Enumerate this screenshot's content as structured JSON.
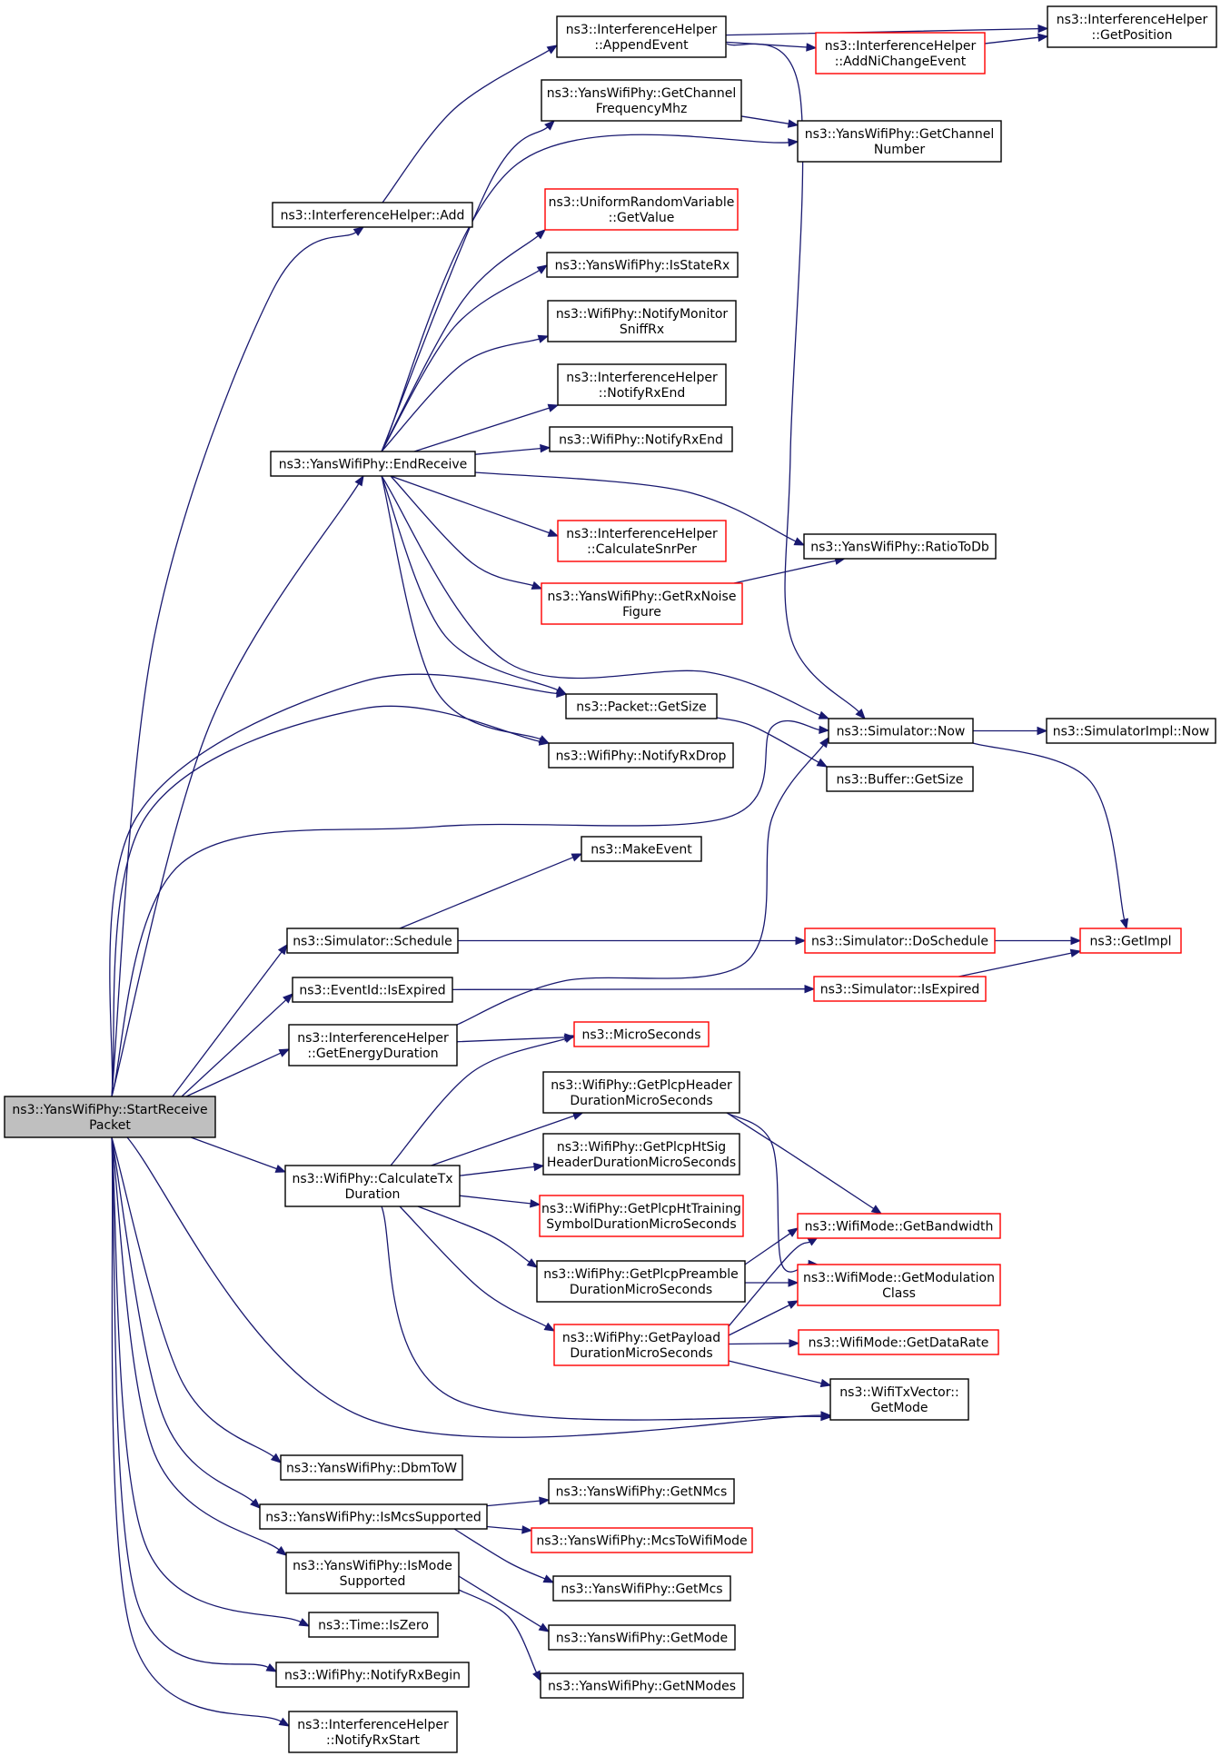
{
  "colors": {
    "edge": "#191970",
    "box_default": "#000000",
    "box_incomplete": "#ff0000",
    "root_fill": "#bfbfbf"
  },
  "nodes": {
    "startReceive": {
      "lines": [
        "ns3::YansWifiPhy::StartReceive",
        "Packet"
      ],
      "style": "root"
    },
    "ihAdd": {
      "lines": [
        "ns3::InterferenceHelper::Add"
      ]
    },
    "ihAppendEvent": {
      "lines": [
        "ns3::InterferenceHelper",
        "::AppendEvent"
      ]
    },
    "ihAddNiChange": {
      "lines": [
        "ns3::InterferenceHelper",
        "::AddNiChangeEvent"
      ],
      "style": "red"
    },
    "ihGetPosition": {
      "lines": [
        "ns3::InterferenceHelper",
        "::GetPosition"
      ]
    },
    "getChanFreq": {
      "lines": [
        "ns3::YansWifiPhy::GetChannel",
        "FrequencyMhz"
      ]
    },
    "getChanNum": {
      "lines": [
        "ns3::YansWifiPhy::GetChannel",
        "Number"
      ]
    },
    "urvGetValue": {
      "lines": [
        "ns3::UniformRandomVariable",
        "::GetValue"
      ],
      "style": "red"
    },
    "isStateRx": {
      "lines": [
        "ns3::YansWifiPhy::IsStateRx"
      ]
    },
    "notifyMonSniff": {
      "lines": [
        "ns3::WifiPhy::NotifyMonitor",
        "SniffRx"
      ]
    },
    "ihNotifyRxEnd": {
      "lines": [
        "ns3::InterferenceHelper",
        "::NotifyRxEnd"
      ]
    },
    "wpNotifyRxEnd": {
      "lines": [
        "ns3::WifiPhy::NotifyRxEnd"
      ]
    },
    "endReceive": {
      "lines": [
        "ns3::YansWifiPhy::EndReceive"
      ]
    },
    "calcSnrPer": {
      "lines": [
        "ns3::InterferenceHelper",
        "::CalculateSnrPer"
      ],
      "style": "red"
    },
    "ratioToDb": {
      "lines": [
        "ns3::YansWifiPhy::RatioToDb"
      ]
    },
    "getRxNoise": {
      "lines": [
        "ns3::YansWifiPhy::GetRxNoise",
        "Figure"
      ],
      "style": "red"
    },
    "pktGetSize": {
      "lines": [
        "ns3::Packet::GetSize"
      ]
    },
    "simNow": {
      "lines": [
        "ns3::Simulator::Now"
      ]
    },
    "simImplNow": {
      "lines": [
        "ns3::SimulatorImpl::Now"
      ]
    },
    "notifyRxDrop": {
      "lines": [
        "ns3::WifiPhy::NotifyRxDrop"
      ]
    },
    "bufGetSize": {
      "lines": [
        "ns3::Buffer::GetSize"
      ]
    },
    "makeEvent": {
      "lines": [
        "ns3::MakeEvent"
      ]
    },
    "simSchedule": {
      "lines": [
        "ns3::Simulator::Schedule"
      ]
    },
    "simDoSchedule": {
      "lines": [
        "ns3::Simulator::DoSchedule"
      ],
      "style": "red"
    },
    "getImpl": {
      "lines": [
        "ns3::GetImpl"
      ],
      "style": "red"
    },
    "evIsExpired": {
      "lines": [
        "ns3::EventId::IsExpired"
      ]
    },
    "simIsExpired": {
      "lines": [
        "ns3::Simulator::IsExpired"
      ],
      "style": "red"
    },
    "ihGetEnergyDur": {
      "lines": [
        "ns3::InterferenceHelper",
        "::GetEnergyDuration"
      ]
    },
    "microSeconds": {
      "lines": [
        "ns3::MicroSeconds"
      ],
      "style": "red"
    },
    "plcpHeaderDur": {
      "lines": [
        "ns3::WifiPhy::GetPlcpHeader",
        "DurationMicroSeconds"
      ]
    },
    "calcTxDur": {
      "lines": [
        "ns3::WifiPhy::CalculateTx",
        "Duration"
      ]
    },
    "plcpHtSig": {
      "lines": [
        "ns3::WifiPhy::GetPlcpHtSig",
        "HeaderDurationMicroSeconds"
      ]
    },
    "plcpHtTraining": {
      "lines": [
        "ns3::WifiPhy::GetPlcpHtTraining",
        "SymbolDurationMicroSeconds"
      ],
      "style": "red"
    },
    "getBandwidth": {
      "lines": [
        "ns3::WifiMode::GetBandwidth"
      ],
      "style": "red"
    },
    "plcpPreamble": {
      "lines": [
        "ns3::WifiPhy::GetPlcpPreamble",
        "DurationMicroSeconds"
      ]
    },
    "getModClass": {
      "lines": [
        "ns3::WifiMode::GetModulation",
        "Class"
      ],
      "style": "red"
    },
    "getPayloadDur": {
      "lines": [
        "ns3::WifiPhy::GetPayload",
        "DurationMicroSeconds"
      ],
      "style": "red"
    },
    "getDataRate": {
      "lines": [
        "ns3::WifiMode::GetDataRate"
      ],
      "style": "red"
    },
    "txVecGetMode": {
      "lines": [
        "ns3::WifiTxVector::",
        "GetMode"
      ]
    },
    "dbmToW": {
      "lines": [
        "ns3::YansWifiPhy::DbmToW"
      ]
    },
    "isMcsSupported": {
      "lines": [
        "ns3::YansWifiPhy::IsMcsSupported"
      ]
    },
    "getNMcs": {
      "lines": [
        "ns3::YansWifiPhy::GetNMcs"
      ]
    },
    "mcsToWifiMode": {
      "lines": [
        "ns3::YansWifiPhy::McsToWifiMode"
      ],
      "style": "red"
    },
    "isModeSupported": {
      "lines": [
        "ns3::YansWifiPhy::IsMode",
        "Supported"
      ]
    },
    "getMcs": {
      "lines": [
        "ns3::YansWifiPhy::GetMcs"
      ]
    },
    "timeIsZero": {
      "lines": [
        "ns3::Time::IsZero"
      ]
    },
    "ywGetMode": {
      "lines": [
        "ns3::YansWifiPhy::GetMode"
      ]
    },
    "getNModes": {
      "lines": [
        "ns3::YansWifiPhy::GetNModes"
      ]
    },
    "notifyRxBegin": {
      "lines": [
        "ns3::WifiPhy::NotifyRxBegin"
      ]
    },
    "ihNotifyRxStart": {
      "lines": [
        "ns3::InterferenceHelper",
        "::NotifyRxStart"
      ]
    }
  },
  "edges": [
    [
      "startReceive",
      "ihAdd"
    ],
    [
      "ihAdd",
      "ihAppendEvent"
    ],
    [
      "ihAppendEvent",
      "ihGetPosition"
    ],
    [
      "ihAppendEvent",
      "ihAddNiChange"
    ],
    [
      "ihAddNiChange",
      "ihGetPosition"
    ],
    [
      "ihAppendEvent",
      "simNow"
    ],
    [
      "startReceive",
      "endReceive"
    ],
    [
      "endReceive",
      "getChanFreq"
    ],
    [
      "getChanFreq",
      "getChanNum"
    ],
    [
      "endReceive",
      "getChanNum"
    ],
    [
      "endReceive",
      "urvGetValue"
    ],
    [
      "endReceive",
      "isStateRx"
    ],
    [
      "endReceive",
      "notifyMonSniff"
    ],
    [
      "endReceive",
      "ihNotifyRxEnd"
    ],
    [
      "endReceive",
      "wpNotifyRxEnd"
    ],
    [
      "endReceive",
      "calcSnrPer"
    ],
    [
      "endReceive",
      "ratioToDb"
    ],
    [
      "endReceive",
      "getRxNoise"
    ],
    [
      "getRxNoise",
      "ratioToDb"
    ],
    [
      "endReceive",
      "pktGetSize"
    ],
    [
      "endReceive",
      "notifyRxDrop"
    ],
    [
      "endReceive",
      "simNow"
    ],
    [
      "pktGetSize",
      "bufGetSize"
    ],
    [
      "simNow",
      "simImplNow"
    ],
    [
      "simNow",
      "getImpl"
    ],
    [
      "startReceive",
      "pktGetSize"
    ],
    [
      "startReceive",
      "notifyRxDrop"
    ],
    [
      "startReceive",
      "simNow"
    ],
    [
      "startReceive",
      "simSchedule"
    ],
    [
      "simSchedule",
      "makeEvent"
    ],
    [
      "simSchedule",
      "simDoSchedule"
    ],
    [
      "simDoSchedule",
      "getImpl"
    ],
    [
      "startReceive",
      "evIsExpired"
    ],
    [
      "evIsExpired",
      "simIsExpired"
    ],
    [
      "simIsExpired",
      "getImpl"
    ],
    [
      "startReceive",
      "ihGetEnergyDur"
    ],
    [
      "ihGetEnergyDur",
      "microSeconds"
    ],
    [
      "ihGetEnergyDur",
      "simNow"
    ],
    [
      "startReceive",
      "calcTxDur"
    ],
    [
      "calcTxDur",
      "microSeconds"
    ],
    [
      "calcTxDur",
      "plcpHeaderDur"
    ],
    [
      "calcTxDur",
      "plcpHtSig"
    ],
    [
      "calcTxDur",
      "plcpHtTraining"
    ],
    [
      "calcTxDur",
      "plcpPreamble"
    ],
    [
      "calcTxDur",
      "getPayloadDur"
    ],
    [
      "calcTxDur",
      "txVecGetMode"
    ],
    [
      "plcpHeaderDur",
      "getBandwidth"
    ],
    [
      "plcpHeaderDur",
      "getModClass"
    ],
    [
      "plcpPreamble",
      "getBandwidth"
    ],
    [
      "plcpPreamble",
      "getModClass"
    ],
    [
      "getPayloadDur",
      "getBandwidth"
    ],
    [
      "getPayloadDur",
      "getModClass"
    ],
    [
      "getPayloadDur",
      "getDataRate"
    ],
    [
      "getPayloadDur",
      "txVecGetMode"
    ],
    [
      "startReceive",
      "txVecGetMode"
    ],
    [
      "startReceive",
      "dbmToW"
    ],
    [
      "startReceive",
      "isMcsSupported"
    ],
    [
      "isMcsSupported",
      "getNMcs"
    ],
    [
      "isMcsSupported",
      "mcsToWifiMode"
    ],
    [
      "isMcsSupported",
      "getMcs"
    ],
    [
      "startReceive",
      "isModeSupported"
    ],
    [
      "isModeSupported",
      "ywGetMode"
    ],
    [
      "isModeSupported",
      "getNModes"
    ],
    [
      "startReceive",
      "timeIsZero"
    ],
    [
      "startReceive",
      "notifyRxBegin"
    ],
    [
      "startReceive",
      "ihNotifyRxStart"
    ]
  ]
}
